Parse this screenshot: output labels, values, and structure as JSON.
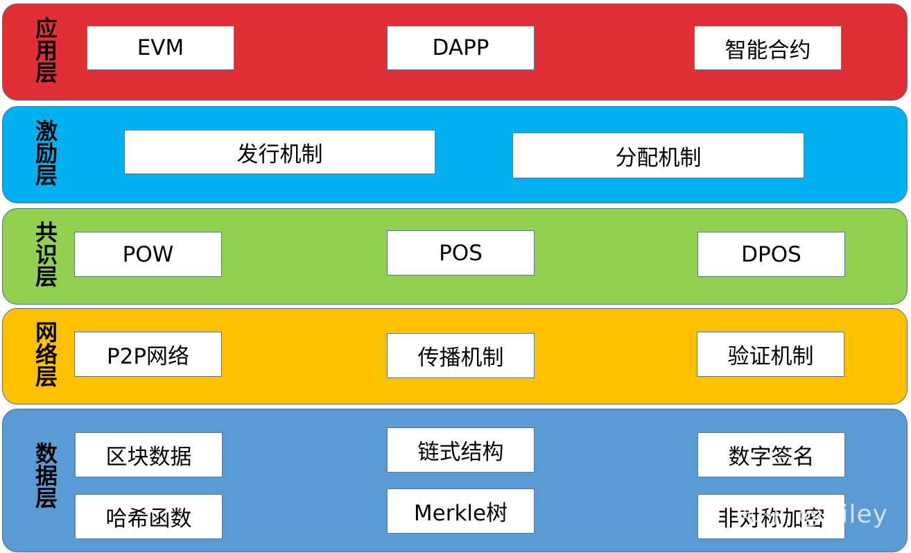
{
  "layers": [
    {
      "label": "应用层",
      "color": "#e03036",
      "items": [
        "EVM",
        "DAPP",
        "智能合约"
      ]
    },
    {
      "label": "激励层",
      "color": "#00b0f0",
      "items": [
        "发行机制",
        "分配机制"
      ]
    },
    {
      "label": "共识层",
      "color": "#92d050",
      "items": [
        "POW",
        "POS",
        "DPOS"
      ]
    },
    {
      "label": "网络层",
      "color": "#ffc000",
      "items": [
        "P2P网络",
        "传播机制",
        "验证机制"
      ]
    },
    {
      "label": "数据层",
      "color": "#5b9bd5",
      "items": [
        "区块数据",
        "链式结构",
        "数字签名",
        "哈希函数",
        "Merkle树",
        "非对称加密"
      ]
    }
  ],
  "watermark": "知乎 @Riley"
}
